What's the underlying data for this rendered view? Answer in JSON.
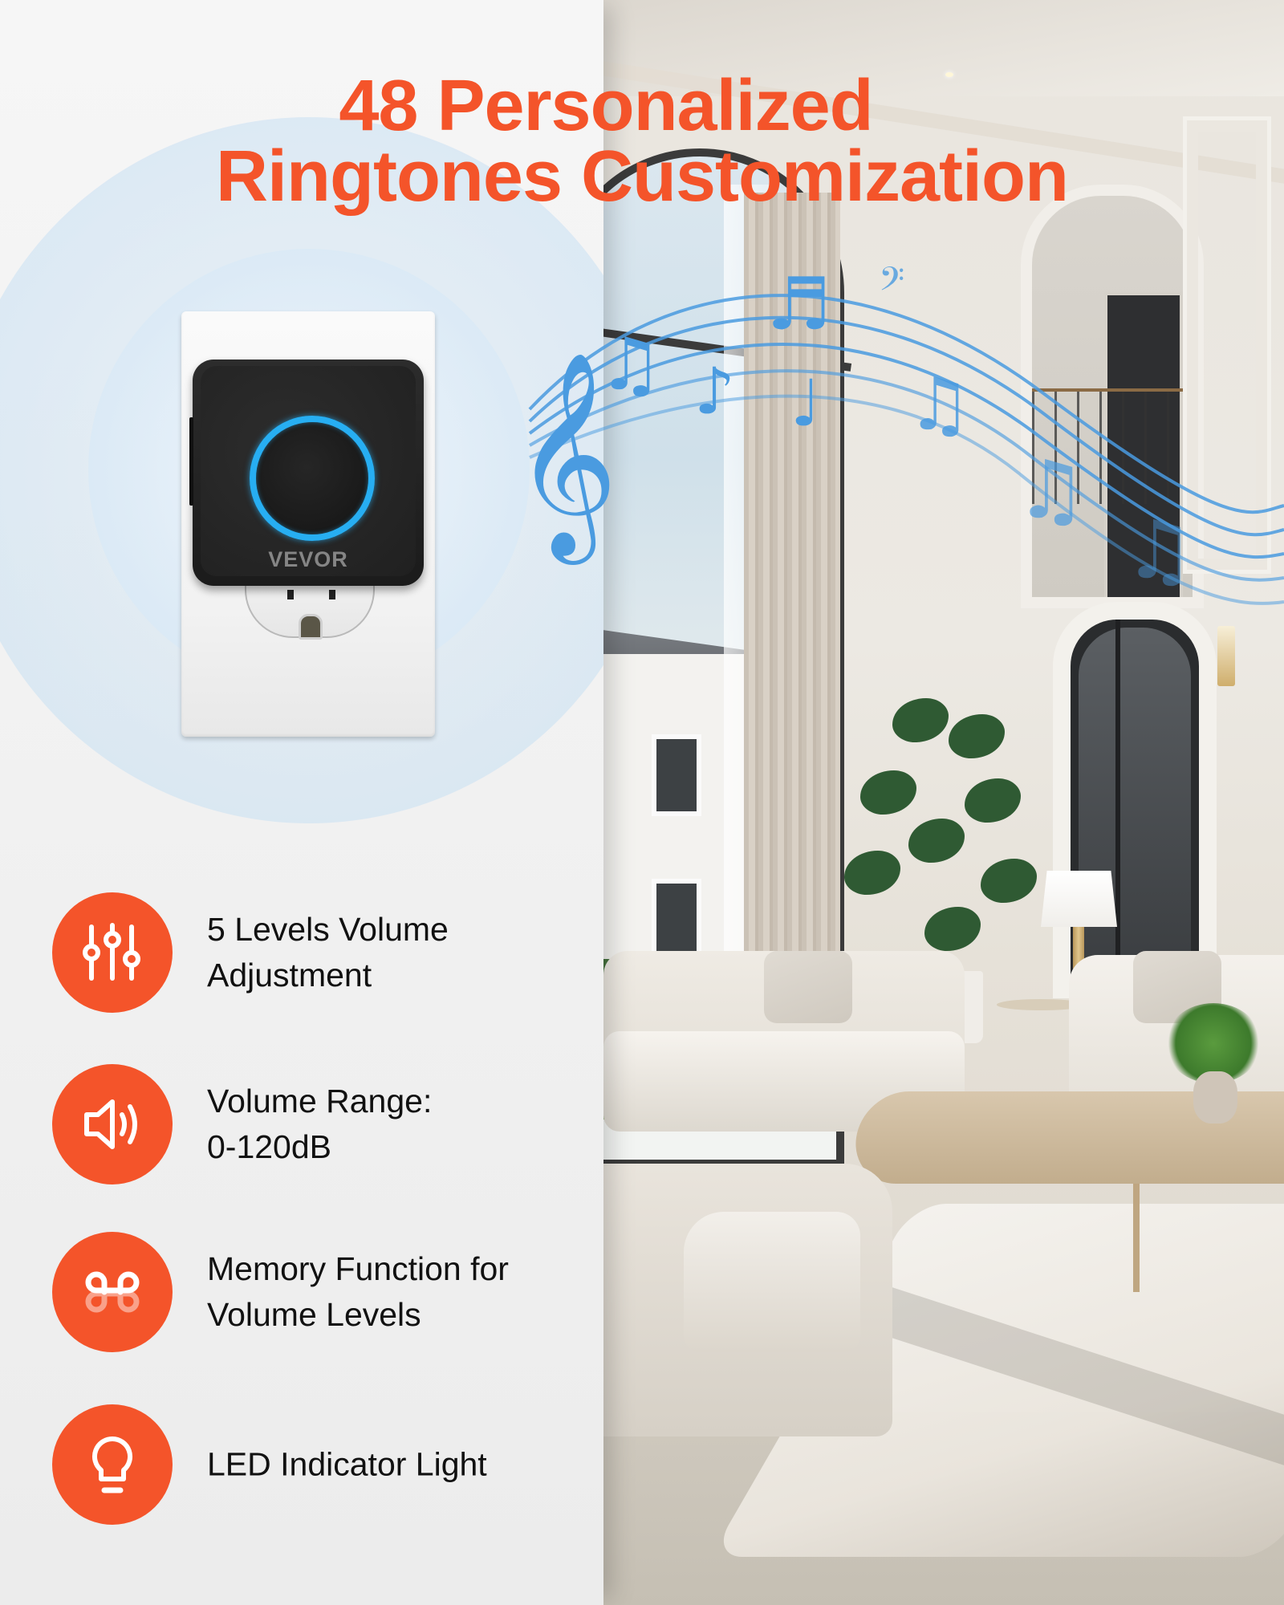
{
  "title": {
    "line1": "48 Personalized",
    "line2": "Ringtones Customization"
  },
  "product": {
    "brand": "VEVOR",
    "led_color": "#27aef2"
  },
  "features": [
    {
      "icon": "sliders-icon",
      "line1": "5 Levels Volume",
      "line2": "Adjustment"
    },
    {
      "icon": "speaker-volume-icon",
      "line1": "Volume Range:",
      "line2": "0-120dB"
    },
    {
      "icon": "command-memory-icon",
      "line1": "Memory Function for",
      "line2": "Volume Levels"
    },
    {
      "icon": "lightbulb-icon",
      "line1": "LED Indicator Light",
      "line2": ""
    }
  ],
  "colors": {
    "accent": "#f4542a",
    "music_notes": "#4a9be0",
    "panel_bg": "#f1f1f1"
  }
}
